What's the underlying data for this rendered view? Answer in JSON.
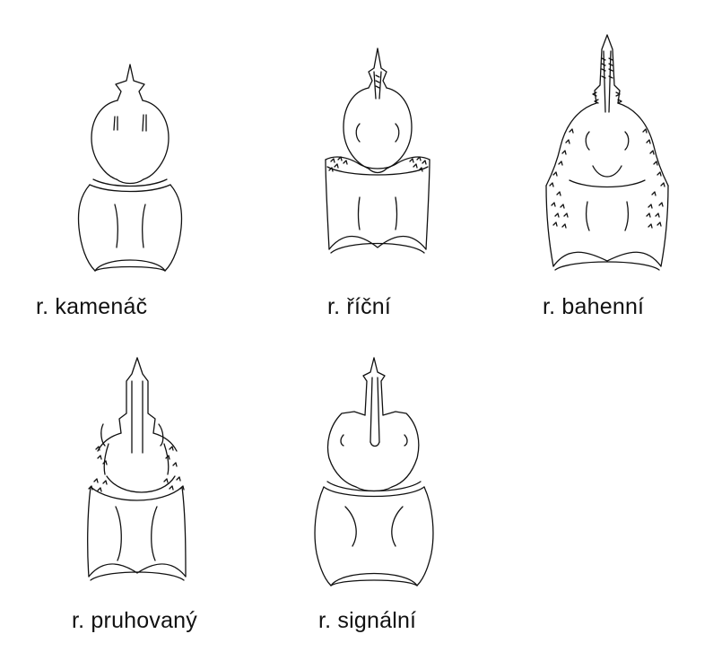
{
  "specimens": [
    {
      "label": "r. kamenáč",
      "icon": "crayfish-cephalothorax-kamenac-icon"
    },
    {
      "label": "r. říční",
      "icon": "crayfish-cephalothorax-ricni-icon"
    },
    {
      "label": "r. bahenní",
      "icon": "crayfish-cephalothorax-bahenni-icon"
    },
    {
      "label": "r. pruhovaný",
      "icon": "crayfish-cephalothorax-pruhovany-icon"
    },
    {
      "label": "r. signální",
      "icon": "crayfish-cephalothorax-signalni-icon"
    }
  ],
  "colors": {
    "line": "#111111",
    "background": "#ffffff"
  }
}
